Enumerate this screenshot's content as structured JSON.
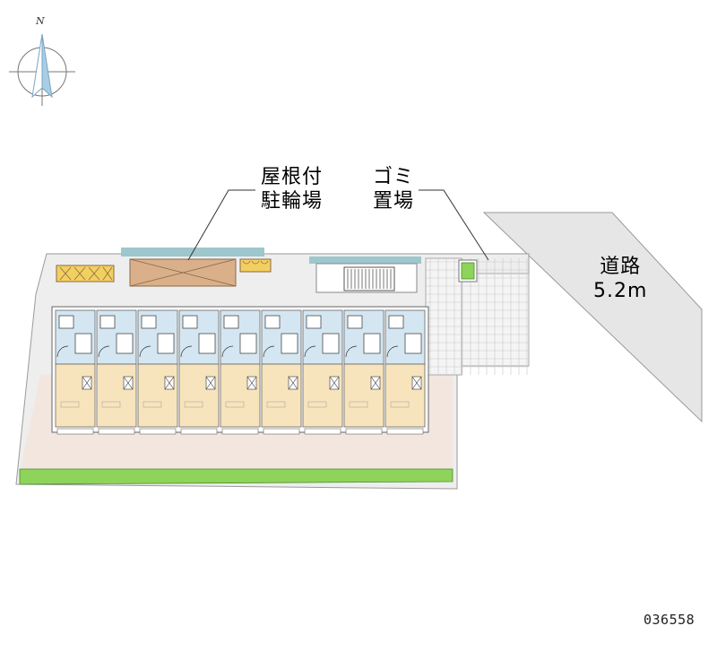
{
  "compass": {
    "north_letter": "N",
    "icon": "compass-north-icon"
  },
  "labels": {
    "bike_parking": [
      "屋根付",
      "駐輪場"
    ],
    "trash": [
      "ゴミ",
      "置場"
    ],
    "road": [
      "道路",
      "5.2m"
    ]
  },
  "property_code": "036558",
  "unit_count": 9,
  "colors": {
    "road": "#e6e6e6",
    "site": "#eeeeee",
    "paving": "#f2e6df",
    "building_corridor": "#c6dde8",
    "units_lower": "#f7e4bc",
    "units_upper": "#d4e6f1",
    "bike_roof": "#d9b08a",
    "hedge": "#8ed35a",
    "tile_grid": "#bfbfbf"
  }
}
